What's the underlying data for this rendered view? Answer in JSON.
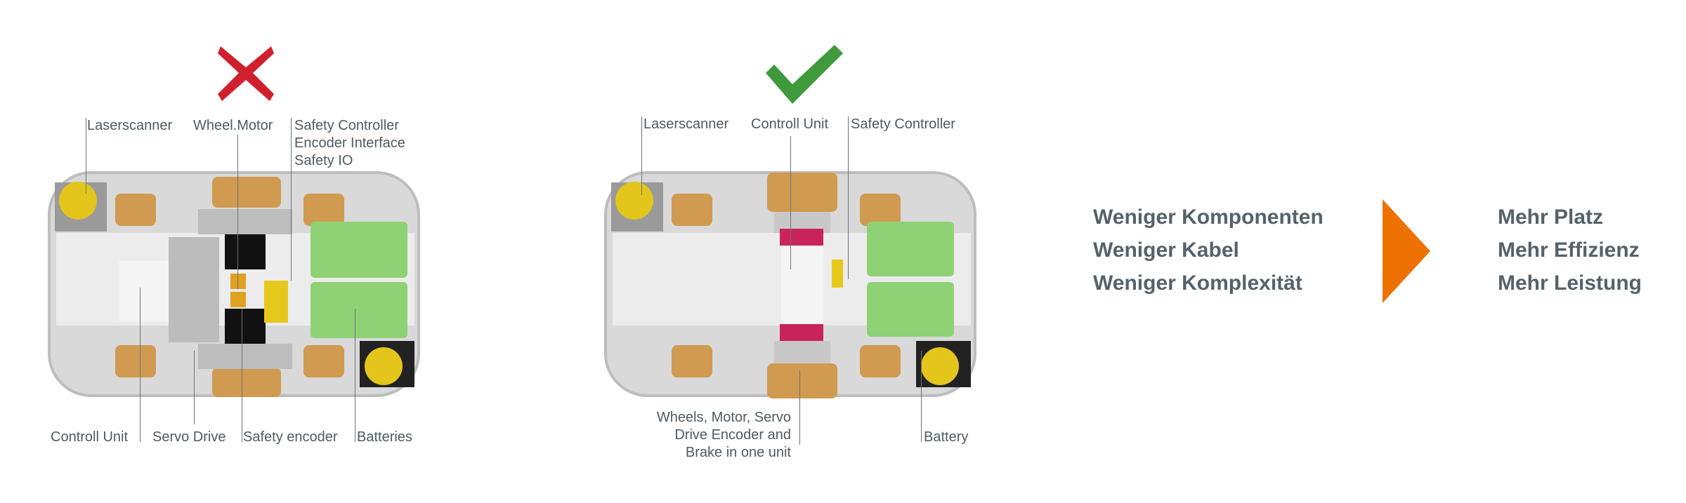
{
  "left_panel": {
    "verdict_icon": "cross-icon",
    "verdict_color": "#d0202e",
    "labels_top": [
      "Laserscanner",
      "Wheel.Motor"
    ],
    "safety_block": [
      "Safety Controller",
      "Encoder Interface",
      "Safety IO"
    ],
    "labels_bottom": [
      "Controll Unit",
      "Servo Drive",
      "Safety encoder",
      "Batteries"
    ]
  },
  "right_panel": {
    "verdict_icon": "check-icon",
    "verdict_color": "#3f9a3c",
    "labels_top": [
      "Laserscanner",
      "Controll Unit",
      "Safety Controller"
    ],
    "integrated_unit": [
      "Wheels, Motor, Servo",
      "Drive Encoder and",
      "Brake in one unit"
    ],
    "battery": "Battery"
  },
  "summary": {
    "less": [
      "Weniger Komponenten",
      "Weniger Kabel",
      "Weniger Komplexität"
    ],
    "arrow_color": "#ee7203",
    "more": [
      "Mehr Platz",
      "Mehr Effizienz",
      "Mehr Leistung"
    ]
  }
}
